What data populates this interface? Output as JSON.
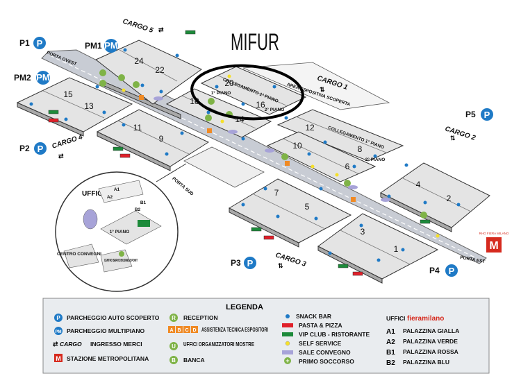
{
  "brand": {
    "mifur_logo_text": "MIFUR",
    "fieramilano_mark": "FIERA MILANO"
  },
  "halls": [
    "1",
    "2",
    "3",
    "4",
    "5",
    "6",
    "7",
    "8",
    "9",
    "10",
    "11",
    "12",
    "13",
    "14",
    "15",
    "16",
    "18",
    "20",
    "22",
    "24"
  ],
  "hall_floor_labels": {
    "h20": "1° PIANO",
    "h16": "2° PIANO",
    "h8": "2° PIANO",
    "offices_block": "1° PIANO"
  },
  "parking": [
    {
      "id": "P1",
      "letter": "P"
    },
    {
      "id": "PM1",
      "letter": "PM"
    },
    {
      "id": "PM2",
      "letter": "PM"
    },
    {
      "id": "P2",
      "letter": "P"
    },
    {
      "id": "P3",
      "letter": "P"
    },
    {
      "id": "P4",
      "letter": "P"
    },
    {
      "id": "P5",
      "letter": "P"
    }
  ],
  "cargo": [
    "CARGO 5",
    "CARGO 1",
    "CARGO 4",
    "CARGO 2",
    "CARGO 3"
  ],
  "gates": {
    "ovest": "PORTA OVEST",
    "sud": "PORTA SUD",
    "est": "PORTA EST"
  },
  "areas": {
    "collegamento_top": "COLLEGAMENTO 1° PIANO",
    "collegamento_right": "COLLEGAMENTO 1° PIANO",
    "area_espositiva": "AREA ESPOSITIVA SCOPERTA"
  },
  "offices_inset": {
    "title": "UFFICI",
    "buildings": [
      "A1",
      "A2",
      "B1",
      "B2"
    ],
    "centro_congressi": "CENTRO CONVEGNI",
    "centro_servizi": "CENTRO SERVIZI BUSINESS POINT"
  },
  "metro_sign": {
    "letter": "M",
    "caption": "RHO FIERA MILANO"
  },
  "legend": {
    "title": "LEGENDA",
    "col1": [
      {
        "icon": "P",
        "text": "PARCHEGGIO AUTO SCOPERTO"
      },
      {
        "icon": "PM",
        "text": "PARCHEGGIO MULTIPIANO"
      },
      {
        "icon": "CARGO",
        "text": "INGRESSO MERCI"
      },
      {
        "icon": "M",
        "text": "STAZIONE METROPOLITANA"
      }
    ],
    "col2": [
      {
        "icon": "R",
        "text": "RECEPTION"
      },
      {
        "icon": "ABCD",
        "text": "ASSISTENZA TECNICA ESPOSITORI"
      },
      {
        "icon": "U",
        "text": "UFFICI ORGANIZZATORI MOSTRE"
      },
      {
        "icon": "B",
        "text": "BANCA"
      }
    ],
    "col2_badges": [
      "A",
      "B",
      "C",
      "D"
    ],
    "col3": [
      {
        "icon": "snack",
        "text": "SNACK BAR"
      },
      {
        "icon": "pasta",
        "text": "PASTA & PIZZA"
      },
      {
        "icon": "vip",
        "text": "VIP CLUB - RISTORANTE"
      },
      {
        "icon": "self",
        "text": "SELF SERVICE"
      },
      {
        "icon": "sale",
        "text": "SALE CONVEGNO"
      },
      {
        "icon": "primo",
        "text": "PRIMO SOCCORSO"
      }
    ],
    "uffici_label": "UFFICI",
    "uffici_brand": "fieramilano",
    "col4": [
      {
        "code": "A1",
        "text": "PALAZZINA GIALLA"
      },
      {
        "code": "A2",
        "text": "PALAZZINA VERDE"
      },
      {
        "code": "B1",
        "text": "PALAZZINA ROSSA"
      },
      {
        "code": "B2",
        "text": "PALAZZINA BLU"
      }
    ]
  },
  "colors": {
    "parking_blue": "#1f7ac6",
    "reception_green": "#7fb347",
    "assistenza_orange": "#f08a24",
    "pasta_red": "#e0202a",
    "vip_green": "#1c8a3a",
    "self_yellow": "#f5e02a",
    "sale_lilac": "#a7a3d8",
    "metro_red": "#d62a1e"
  }
}
